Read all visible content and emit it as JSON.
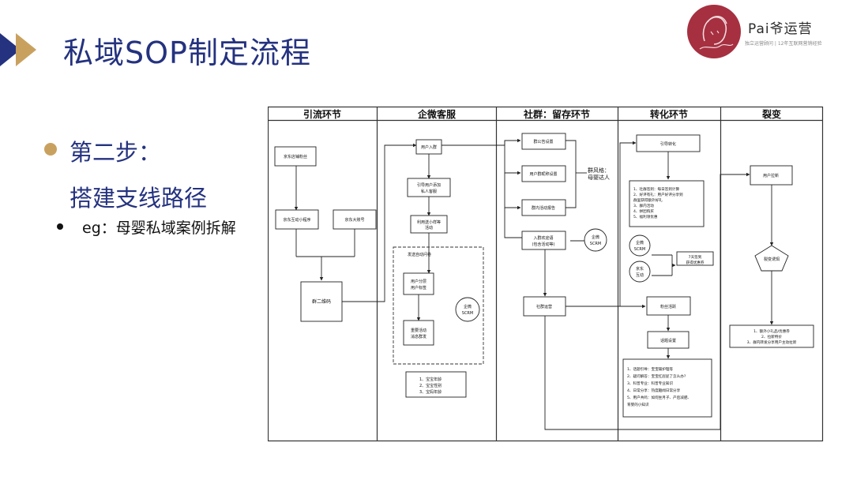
{
  "slide": {
    "title": "私域SOP制定流程",
    "step_heading": "第二步：",
    "step_subheading": "搭建支线路径",
    "bullet": "eg：母婴私域案例拆解"
  },
  "brand": {
    "name": "Pai爷运营",
    "tagline": "独立运营顾问 | 12年互联网营销经验",
    "logo_color": "#a63040"
  },
  "colors": {
    "title": "#24327f",
    "accent_gold": "#c9a15f",
    "chevron_blue": "#24327f"
  },
  "diagram": {
    "lanes": [
      {
        "label": "引流环节"
      },
      {
        "label": "企微客服"
      },
      {
        "label": "社群：留存环节"
      },
      {
        "label": "转化环节"
      },
      {
        "label": "裂变"
      }
    ],
    "nodes": {
      "jd_store": "京东店铺粉丝",
      "jd_mini": "京东互动小程序",
      "jd_account": "京东大账号",
      "group_qr": "群二维码",
      "user_join": "用户入群",
      "guide_add": [
        "引导用户添加",
        "私人客服"
      ],
      "mini_activity": [
        "利用送小样等",
        "活动"
      ],
      "auto_reply": "发送自动问卷",
      "user_tier": [
        "用户分层",
        "用户标签"
      ],
      "key_activity": [
        "重要活动",
        "消息群发"
      ],
      "wecom_scrm_1": [
        "企微",
        "SCRM"
      ],
      "baby_info": [
        "1、宝宝年龄",
        "2、宝宝性别",
        "3、宝妈年龄"
      ],
      "group_notice": "群公告设置",
      "group_nick": "用户群昵称设置",
      "group_report": "群内活动报告",
      "group_style": [
        "群风格：",
        "母婴达人"
      ],
      "welcome": [
        "入群欢迎语",
        "(包含活动等)"
      ],
      "wecom_scrm_2": [
        "企微",
        "SCRM"
      ],
      "community_ops": "社群运营",
      "guide_convert": "引导转化",
      "convert_list": [
        "1、社群签到：每日签到计算",
        "2、好评有礼：用户好评分享到",
        "群里获得额外好礼",
        "3、群内活动",
        "4、拼团购买",
        "5、福利领优惠"
      ],
      "wecom_scrm_3": [
        "企微",
        "SCRM"
      ],
      "jd_interact": [
        "京东",
        "互动"
      ],
      "new_coupon": [
        "7天签到",
        "获得优惠券"
      ],
      "fan_convert": "粉丝活跃",
      "topic_setting": "话题设置",
      "topic_list": [
        "1、话题引导：宝宝辅护理等",
        "2、疑问解答：宝宝红屁屁了怎么办?",
        "3、科普专业：科普专业知识",
        "4、日常分享：热度趣闻日常分享",
        "5、用户共鸣：如何坐月子、产后减肥、",
        "育婴的小知识"
      ],
      "user_invite": "用户拉新",
      "fission_rule": "裂变诱饵",
      "fission_list": [
        "1、额外小礼品/优惠券",
        "2、拉新特价",
        "3、群内转发分享用户主动拉新"
      ]
    }
  }
}
